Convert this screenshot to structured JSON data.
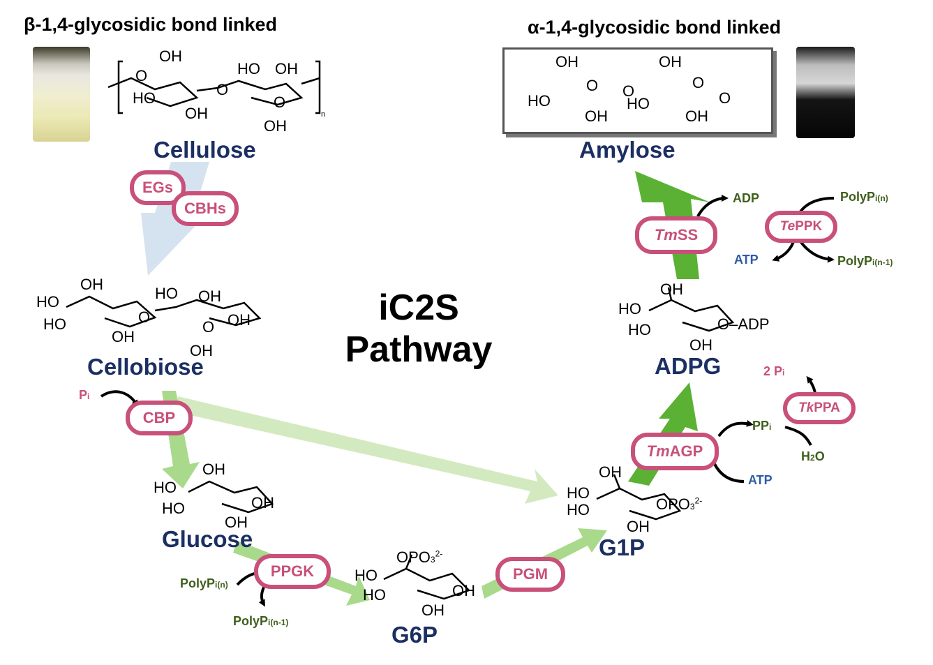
{
  "headers": {
    "beta": "β-1,4-glycosidic bond linked",
    "alpha": "α-1,4-glycosidic bond linked"
  },
  "compounds": {
    "cellulose": "Cellulose",
    "cellobiose": "Cellobiose",
    "glucose": "Glucose",
    "g6p": "G6P",
    "g1p": "G1P",
    "adpg": "ADPG",
    "amylose": "Amylose"
  },
  "center": {
    "line1": "iC2S",
    "line2": "Pathway"
  },
  "enzymes": {
    "egs": "EGs",
    "cbhs": "CBHs",
    "cbp": "CBP",
    "ppgk": "PPGK",
    "pgm": "PGM",
    "tmagp_italic": "Tm",
    "tmagp_rest": "AGP",
    "tmss_italic": "Tm",
    "tmss_rest": "SS",
    "teppk_italic": "Te",
    "teppk_rest": "PPK",
    "tkppa_italic": "Tk",
    "tkppa_rest": "PPA"
  },
  "cofactors": {
    "pi": "P",
    "pi_sub": "i",
    "polyp": "PolyP",
    "polyp_n_sub": "i(n)",
    "polyp_n1_sub": "i(n-1)",
    "adp": "ADP",
    "atp": "ATP",
    "ppi": "PP",
    "ppi_sub": "i",
    "two_pi": "2 P",
    "two_pi_sub": "i",
    "h2o": "H",
    "h2o_sub": "2",
    "h2o_tail": "O"
  },
  "structure_labels": {
    "oh": "OH",
    "ho": "HO",
    "o": "O",
    "n": "n",
    "o_adp": "O–ADP",
    "opo3": "OPO",
    "opo3_sub": "3",
    "opo3_sup": "2-"
  },
  "colors": {
    "compound_name": "#1c2f63",
    "enzyme": "#c8507a",
    "arrow_light_blue": "#d5e3f1",
    "arrow_light_green": "#d3eac0",
    "arrow_mid_green": "#a9d98b",
    "arrow_dark_green": "#5ab133",
    "cofactor_green": "#3f5e1d",
    "cofactor_blue": "#2e5ba5"
  }
}
